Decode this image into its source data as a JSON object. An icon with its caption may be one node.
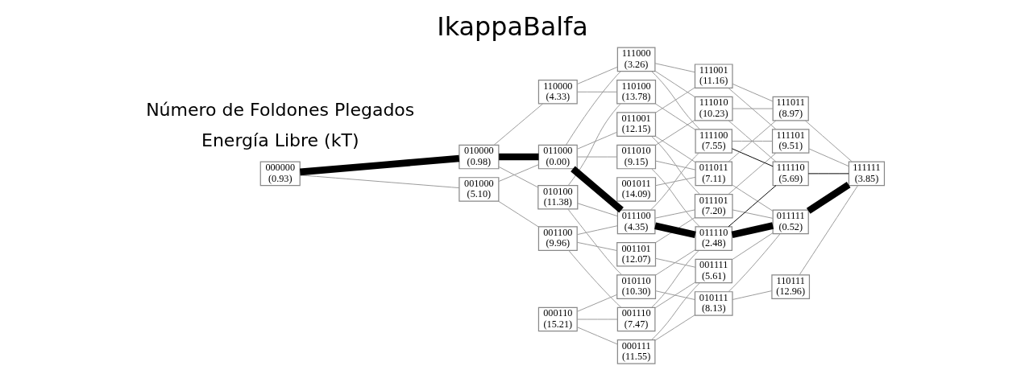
{
  "diagram": {
    "title": "IkappaBalfa",
    "nodes": [
      {
        "text": [
          "001000",
          "(5.10)"
        ]
      },
      {
        "text": [
          "010100",
          "(11.38)"
        ]
      },
      {
        "text": [
          "000110",
          "(15.21)"
        ]
      },
      {
        "text": [
          "110100",
          "(13.78)"
        ]
      },
      {
        "text": [
          "001011",
          "(14.09)"
        ]
      },
      {
        "text": [
          "111001",
          "(11.16)"
        ]
      },
      {
        "text": [
          "110111",
          "(12.96)"
        ]
      },
      {
        "text": [
          "111101",
          "(9.51)"
        ]
      },
      {
        "text": [
          "011001",
          "(12.15)"
        ]
      },
      {
        "text": [
          "001101",
          "(12.07)"
        ]
      },
      {
        "text": [
          "111010",
          "(10.23)"
        ]
      },
      {
        "text": [
          "010110",
          "(10.30)"
        ]
      },
      {
        "text": [
          "010111",
          "(8.13)"
        ]
      },
      {
        "text": [
          "001100",
          "(9.96)"
        ]
      },
      {
        "text": [
          "000111",
          "(11.55)"
        ]
      },
      {
        "text": [
          "011010",
          "(9.15)"
        ]
      },
      {
        "text": [
          "011101",
          "(7.20)"
        ]
      },
      {
        "text": [
          "111011",
          "(8.97)"
        ]
      },
      {
        "text": [
          "111100",
          "(7.55)"
        ]
      },
      {
        "text": [
          "000000",
          "(0.93)"
        ]
      },
      {
        "text": [
          "110000",
          "(4.33)"
        ]
      },
      {
        "text": [
          "001110",
          "(7.47)"
        ]
      },
      {
        "text": [
          "011100",
          "(4.35)"
        ]
      },
      {
        "text": [
          "011011",
          "(7.11)"
        ]
      },
      {
        "text": [
          "111110",
          "(5.69)"
        ]
      },
      {
        "text": [
          "111111",
          "(3.85)"
        ]
      },
      {
        "text": [
          "010000",
          "(0.98)"
        ]
      },
      {
        "text": [
          "011111",
          "(0.52)"
        ]
      },
      {
        "text": [
          "011000",
          "(0.00)"
        ]
      },
      {
        "text": [
          "111000",
          "(3.26)"
        ]
      },
      {
        "text": [
          "001111",
          "(5.61)"
        ]
      },
      {
        "text": [
          "011110",
          "(2.48)"
        ]
      }
    ],
    "edges": [
      {
        "from": 19,
        "to": 0,
        "arrow": "none"
      },
      {
        "from": 19,
        "to": 26,
        "arrow": "none",
        "style": "thick",
        "color": "#000000"
      },
      {
        "from": 26,
        "to": 20,
        "arrow": "none"
      },
      {
        "from": 26,
        "to": 1,
        "arrow": "none"
      },
      {
        "from": 26,
        "to": 28,
        "arrow": "none",
        "style": "thick",
        "color": "#000000"
      },
      {
        "from": 0,
        "to": 13,
        "arrow": "none"
      },
      {
        "from": 0,
        "to": 28,
        "arrow": "none"
      },
      {
        "from": 1,
        "to": 3,
        "arrow": "none"
      },
      {
        "from": 1,
        "to": 11,
        "arrow": "none"
      },
      {
        "from": 1,
        "to": 22,
        "arrow": "none"
      },
      {
        "from": 20,
        "to": 3,
        "arrow": "none"
      },
      {
        "from": 20,
        "to": 29,
        "arrow": "none"
      },
      {
        "from": 28,
        "to": 8,
        "arrow": "none"
      },
      {
        "from": 28,
        "to": 15,
        "arrow": "none"
      },
      {
        "from": 28,
        "to": 22,
        "arrow": "none",
        "style": "thick",
        "color": "#000000"
      },
      {
        "from": 28,
        "to": 29,
        "arrow": "none"
      },
      {
        "from": 13,
        "to": 9,
        "arrow": "none"
      },
      {
        "from": 13,
        "to": 21,
        "arrow": "none"
      },
      {
        "from": 13,
        "to": 22,
        "arrow": "none"
      },
      {
        "from": 2,
        "to": 21,
        "arrow": "none"
      },
      {
        "from": 2,
        "to": 14,
        "arrow": "none"
      },
      {
        "from": 2,
        "to": 11,
        "arrow": "none"
      },
      {
        "from": 3,
        "to": 18,
        "arrow": "none"
      },
      {
        "from": 29,
        "to": 18,
        "arrow": "none"
      },
      {
        "from": 29,
        "to": 5,
        "arrow": "none"
      },
      {
        "from": 29,
        "to": 10,
        "arrow": "none"
      },
      {
        "from": 8,
        "to": 5,
        "arrow": "none"
      },
      {
        "from": 8,
        "to": 16,
        "arrow": "none"
      },
      {
        "from": 8,
        "to": 23,
        "arrow": "none"
      },
      {
        "from": 9,
        "to": 30,
        "arrow": "none"
      },
      {
        "from": 9,
        "to": 16,
        "arrow": "none"
      },
      {
        "from": 11,
        "to": 12,
        "arrow": "none"
      },
      {
        "from": 11,
        "to": 31,
        "arrow": "none"
      },
      {
        "from": 14,
        "to": 12,
        "arrow": "none"
      },
      {
        "from": 14,
        "to": 30,
        "arrow": "none"
      },
      {
        "from": 15,
        "to": 10,
        "arrow": "none"
      },
      {
        "from": 15,
        "to": 23,
        "arrow": "none"
      },
      {
        "from": 15,
        "to": 31,
        "arrow": "none"
      },
      {
        "from": 22,
        "to": 31,
        "arrow": "none",
        "style": "thick",
        "color": "#000000"
      },
      {
        "from": 22,
        "to": 18,
        "arrow": "none"
      },
      {
        "from": 22,
        "to": 16,
        "arrow": "none"
      },
      {
        "from": 21,
        "to": 30,
        "arrow": "none"
      },
      {
        "from": 21,
        "to": 31,
        "arrow": "none"
      },
      {
        "from": 4,
        "to": 23,
        "arrow": "none"
      },
      {
        "from": 10,
        "to": 24,
        "arrow": "none"
      },
      {
        "from": 10,
        "to": 17,
        "arrow": "none"
      },
      {
        "from": 18,
        "to": 24,
        "arrow": "none",
        "color": "#000000"
      },
      {
        "from": 18,
        "to": 7,
        "arrow": "none"
      },
      {
        "from": 5,
        "to": 17,
        "arrow": "none"
      },
      {
        "from": 5,
        "to": 7,
        "arrow": "none"
      },
      {
        "from": 23,
        "to": 27,
        "arrow": "none"
      },
      {
        "from": 23,
        "to": 17,
        "arrow": "none"
      },
      {
        "from": 12,
        "to": 27,
        "arrow": "none"
      },
      {
        "from": 12,
        "to": 6,
        "arrow": "none"
      },
      {
        "from": 30,
        "to": 27,
        "arrow": "none"
      },
      {
        "from": 16,
        "to": 7,
        "arrow": "none"
      },
      {
        "from": 16,
        "to": 27,
        "arrow": "none"
      },
      {
        "from": 31,
        "to": 27,
        "arrow": "none",
        "style": "thick",
        "color": "#000000"
      },
      {
        "from": 31,
        "to": 24,
        "arrow": "none",
        "color": "#000000"
      },
      {
        "from": 24,
        "to": 25,
        "arrow": "none",
        "color": "#000000"
      },
      {
        "from": 27,
        "to": 25,
        "arrow": "none",
        "style": "thick",
        "color": "#000000"
      },
      {
        "from": 6,
        "to": 25,
        "arrow": "none"
      },
      {
        "from": 7,
        "to": 25,
        "arrow": "none"
      },
      {
        "from": 17,
        "to": 25,
        "arrow": "none"
      }
    ],
    "labels": [
      "Energía Libre (kT)",
      "Número de Foldones Plegados"
    ]
  }
}
